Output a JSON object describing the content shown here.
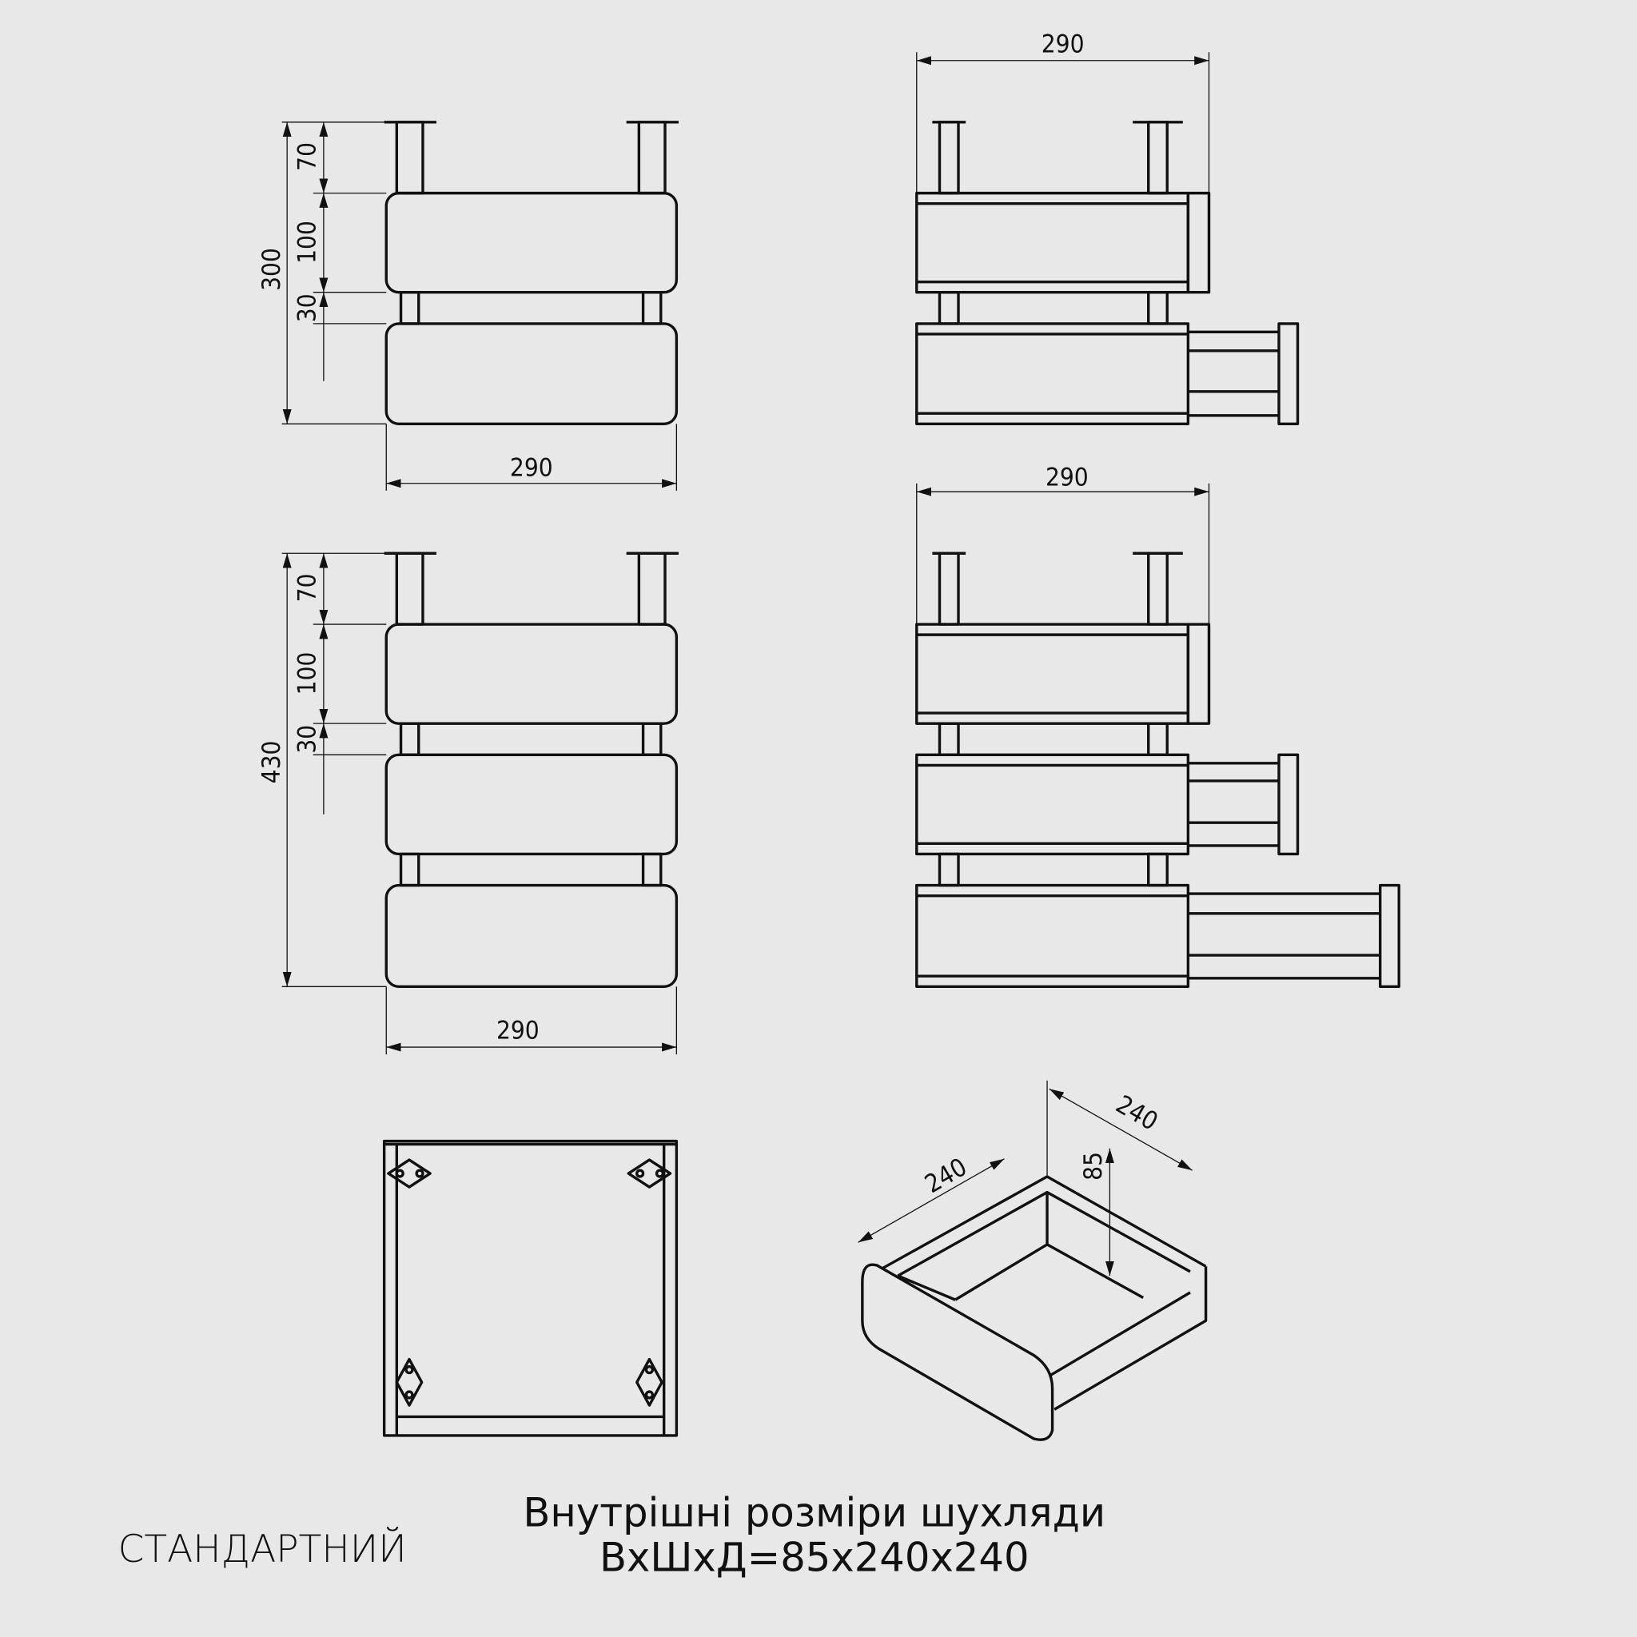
{
  "views": {
    "front_two": {
      "total_height": "300",
      "leg": "70",
      "drawer": "100",
      "gap": "30",
      "width": "290"
    },
    "side_two": {
      "width": "290"
    },
    "front_three": {
      "total_height": "430",
      "leg": "70",
      "drawer": "100",
      "gap": "30",
      "width": "290"
    },
    "side_three": {
      "width": "290"
    },
    "drawer_iso": {
      "width": "240",
      "depth": "240",
      "height": "85"
    }
  },
  "caption": {
    "model": "СТАНДАРТНИЙ",
    "line1": "Внутрішні розміри шухляди",
    "line2": "ВхШхД=85х240х240"
  },
  "colors": {
    "background": "#e8e8e8",
    "ink": "#111111"
  }
}
